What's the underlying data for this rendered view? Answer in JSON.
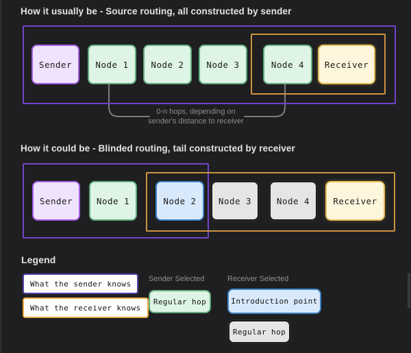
{
  "section1": {
    "title": "How it usually be - Source routing, all constructed by sender",
    "nodes": [
      {
        "label": "Sender",
        "type": "sender"
      },
      {
        "label": "Node 1",
        "type": "regular-hop"
      },
      {
        "label": "Node 2",
        "type": "regular-hop"
      },
      {
        "label": "Node 3",
        "type": "regular-hop"
      },
      {
        "label": "Node 4",
        "type": "regular-hop"
      },
      {
        "label": "Receiver",
        "type": "receiver"
      }
    ],
    "annotation": {
      "line1": "0-n hops, depending on",
      "line2": "sender's distance to receiver"
    }
  },
  "section2": {
    "title": "How it could be - Blinded routing, tail constructed by receiver",
    "nodes": [
      {
        "label": "Sender",
        "type": "sender"
      },
      {
        "label": "Node 1",
        "type": "sender-selected-regular-hop"
      },
      {
        "label": "Node 2",
        "type": "introduction-point"
      },
      {
        "label": "Node 3",
        "type": "receiver-selected-regular-hop"
      },
      {
        "label": "Node 4",
        "type": "receiver-selected-regular-hop"
      },
      {
        "label": "Receiver",
        "type": "receiver"
      }
    ]
  },
  "legend": {
    "title": "Legend",
    "sender_knows": "What the sender knows",
    "receiver_knows": "What the receiver knows",
    "sender_selected": {
      "label": "Sender Selected",
      "items": [
        "Regular hop"
      ]
    },
    "receiver_selected": {
      "label": "Receiver Selected",
      "items": [
        "Introduction point",
        "Regular hop"
      ]
    }
  },
  "colors": {
    "background": "#1f1f21",
    "sender_scope_border": "#7243c9",
    "receiver_scope_border": "#cc9440",
    "sender_node_border": "#a35fe8",
    "sender_node_fill": "#efe3fd",
    "regular_hop_border": "#62ad7e",
    "regular_hop_fill": "#def4e4",
    "receiver_node_border": "#e7bd55",
    "receiver_node_fill": "#fdf5dc",
    "introduction_point_border": "#3f83c8",
    "introduction_point_fill": "#d8e9fc",
    "blinded_hop_border": "#1a1a1a",
    "blinded_hop_fill": "#e5e5e3",
    "connector": "#7d7d7d",
    "annotation_text": "#8d8d8d"
  }
}
